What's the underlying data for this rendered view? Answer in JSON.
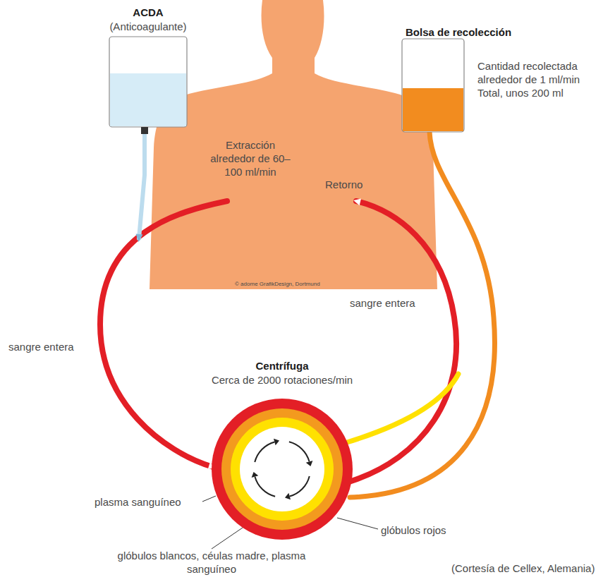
{
  "diagram": {
    "nodes": [
      {
        "text": [
          "ACDA",
          "(Anticoagulante)"
        ]
      },
      {
        "text": [
          "Extracción alrededor de 60–100 ml/min",
          "Retorno",
          "© adome GrafikDesign, Dortmund"
        ]
      },
      {
        "text": [
          "Bolsa de recolección",
          "Cantidad recolectada alrededor de 1 ml/min Total, unos 200 ml"
        ]
      },
      {
        "text": [
          "Centrífuga",
          "Cerca de 2000 rotaciones/min"
        ]
      }
    ],
    "edges": [
      {
        "from": 1,
        "to": 3,
        "label": "sangre entera",
        "arrow": "to"
      },
      {
        "from": 0,
        "to": 3,
        "arrow": "to"
      },
      {
        "from": 3,
        "to": 1,
        "label": "sangre entera",
        "arrow": "to"
      },
      {
        "from": 3,
        "to": 1,
        "arrow": "none"
      },
      {
        "from": 3,
        "to": 2,
        "arrow": "none"
      }
    ],
    "labels": [
      "plasma sanguíneo",
      "glóbulos blancos, céulas madre, plasma sanguíneo",
      "glóbulos rojos",
      "(Cortesía de Cellex, Alemania)"
    ]
  }
}
